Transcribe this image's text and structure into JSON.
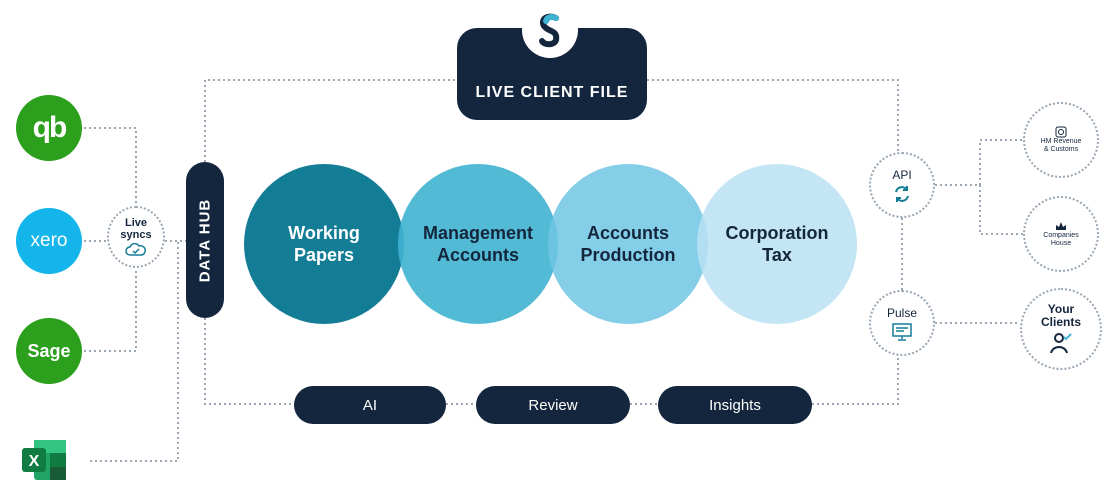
{
  "sources": [
    {
      "name": "QuickBooks",
      "label": "qb",
      "color": "#2ca01c"
    },
    {
      "name": "Xero",
      "label": "xero",
      "color": "#13b5ea"
    },
    {
      "name": "Sage",
      "label": "Sage",
      "color": "#2ca01c"
    },
    {
      "name": "Excel",
      "label": "X",
      "color": "#1d6f42"
    }
  ],
  "live_syncs": {
    "line1": "Live",
    "line2": "syncs"
  },
  "data_hub": {
    "label": "DATA HUB"
  },
  "live_client_file": {
    "label": "LIVE CLIENT FILE",
    "badge": "S"
  },
  "modules": [
    {
      "line1": "Working",
      "line2": "Papers"
    },
    {
      "line1": "Management",
      "line2": "Accounts"
    },
    {
      "line1": "Accounts",
      "line2": "Production"
    },
    {
      "line1": "Corporation",
      "line2": "Tax"
    }
  ],
  "features": [
    {
      "label": "AI"
    },
    {
      "label": "Review"
    },
    {
      "label": "Insights"
    }
  ],
  "api": {
    "label": "API"
  },
  "pulse": {
    "label": "Pulse"
  },
  "destinations": {
    "hmrc": {
      "line1": "HM Revenue",
      "line2": "& Customs"
    },
    "companies_house": {
      "line1": "Companies",
      "line2": "House"
    },
    "clients": {
      "line1": "Your",
      "line2": "Clients"
    }
  },
  "colors": {
    "navy": "#14263d",
    "teal": "#147d96",
    "connector": "#9aa7b3"
  }
}
